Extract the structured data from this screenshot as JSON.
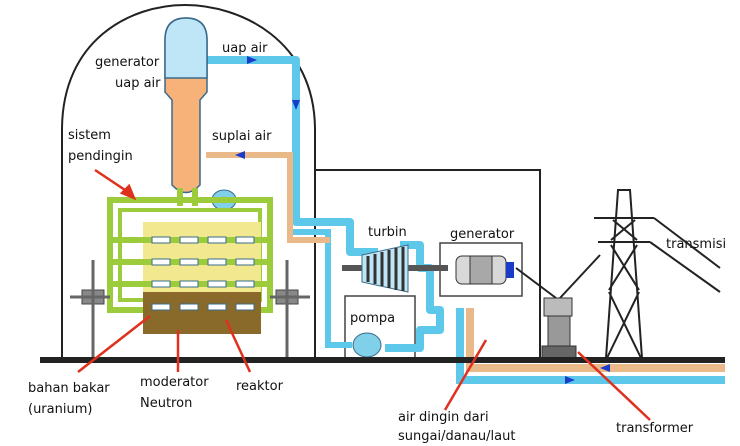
{
  "labels": {
    "steam_generator_1": "generator",
    "steam_generator_2": "uap air",
    "steam": "uap air",
    "cooling_1": "sistem",
    "cooling_2": "pendingin",
    "water_supply": "suplai air",
    "turbine": "turbin",
    "generator": "generator",
    "transmission": "transmisi",
    "pump": "pompa",
    "fuel_1": "bahan bakar",
    "fuel_2": "(uranium)",
    "moderator_1": "moderator",
    "moderator_2": "Neutron",
    "reactor": "reaktor",
    "cold_water_1": "air dingin dari",
    "cold_water_2": "sungai/danau/laut",
    "transformer": "transformer"
  },
  "colors": {
    "pipe_steam": "#5ec8ea",
    "pipe_water": "#e9b98a",
    "reactor_frame": "#9ccc3c",
    "steam_gen_top": "#bfe6f6",
    "steam_gen_bottom": "#f7b27a",
    "fuel_block": "#f2e890",
    "moderator_block": "#8a6a2a",
    "ground": "#222222",
    "arrow_red": "#e0301e",
    "flow_arrow": "#1a3cc8"
  },
  "icons": [
    "transmission-tower-icon",
    "turbine-rotor-icon",
    "generator-cylinder-icon",
    "transformer-icon"
  ]
}
